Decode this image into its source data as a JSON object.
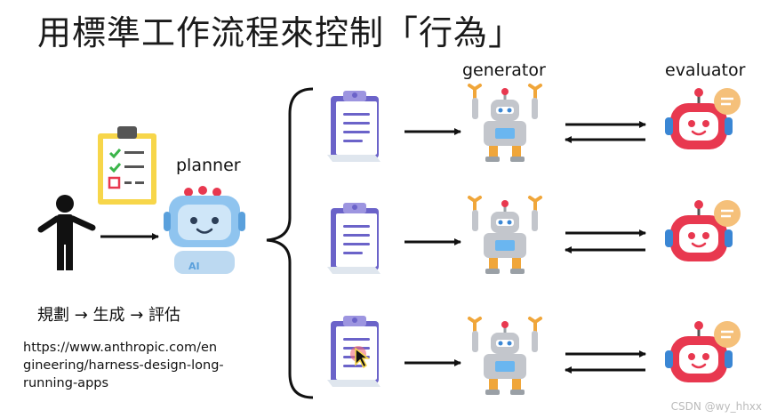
{
  "title": "用標準工作流程來控制「行為」",
  "labels": {
    "planner": "planner",
    "generator": "generator",
    "evaluator": "evaluator",
    "ai_badge": "AI"
  },
  "steps": "規劃 → 生成 → 評估",
  "url_lines": [
    "https://www.anthropic.com/en",
    "gineering/harness-design-long-",
    "running-apps"
  ],
  "watermark": "CSDN @wy_hhxx",
  "colors": {
    "clipboard_yellow": "#f7d64a",
    "clipboard_purple": "#6b63c9",
    "robot_orange": "#f0a63a",
    "robot_gray": "#c3c6cc",
    "evaluator_red": "#e8384f",
    "planner_blue": "#8fc4ef"
  },
  "rows": 3
}
